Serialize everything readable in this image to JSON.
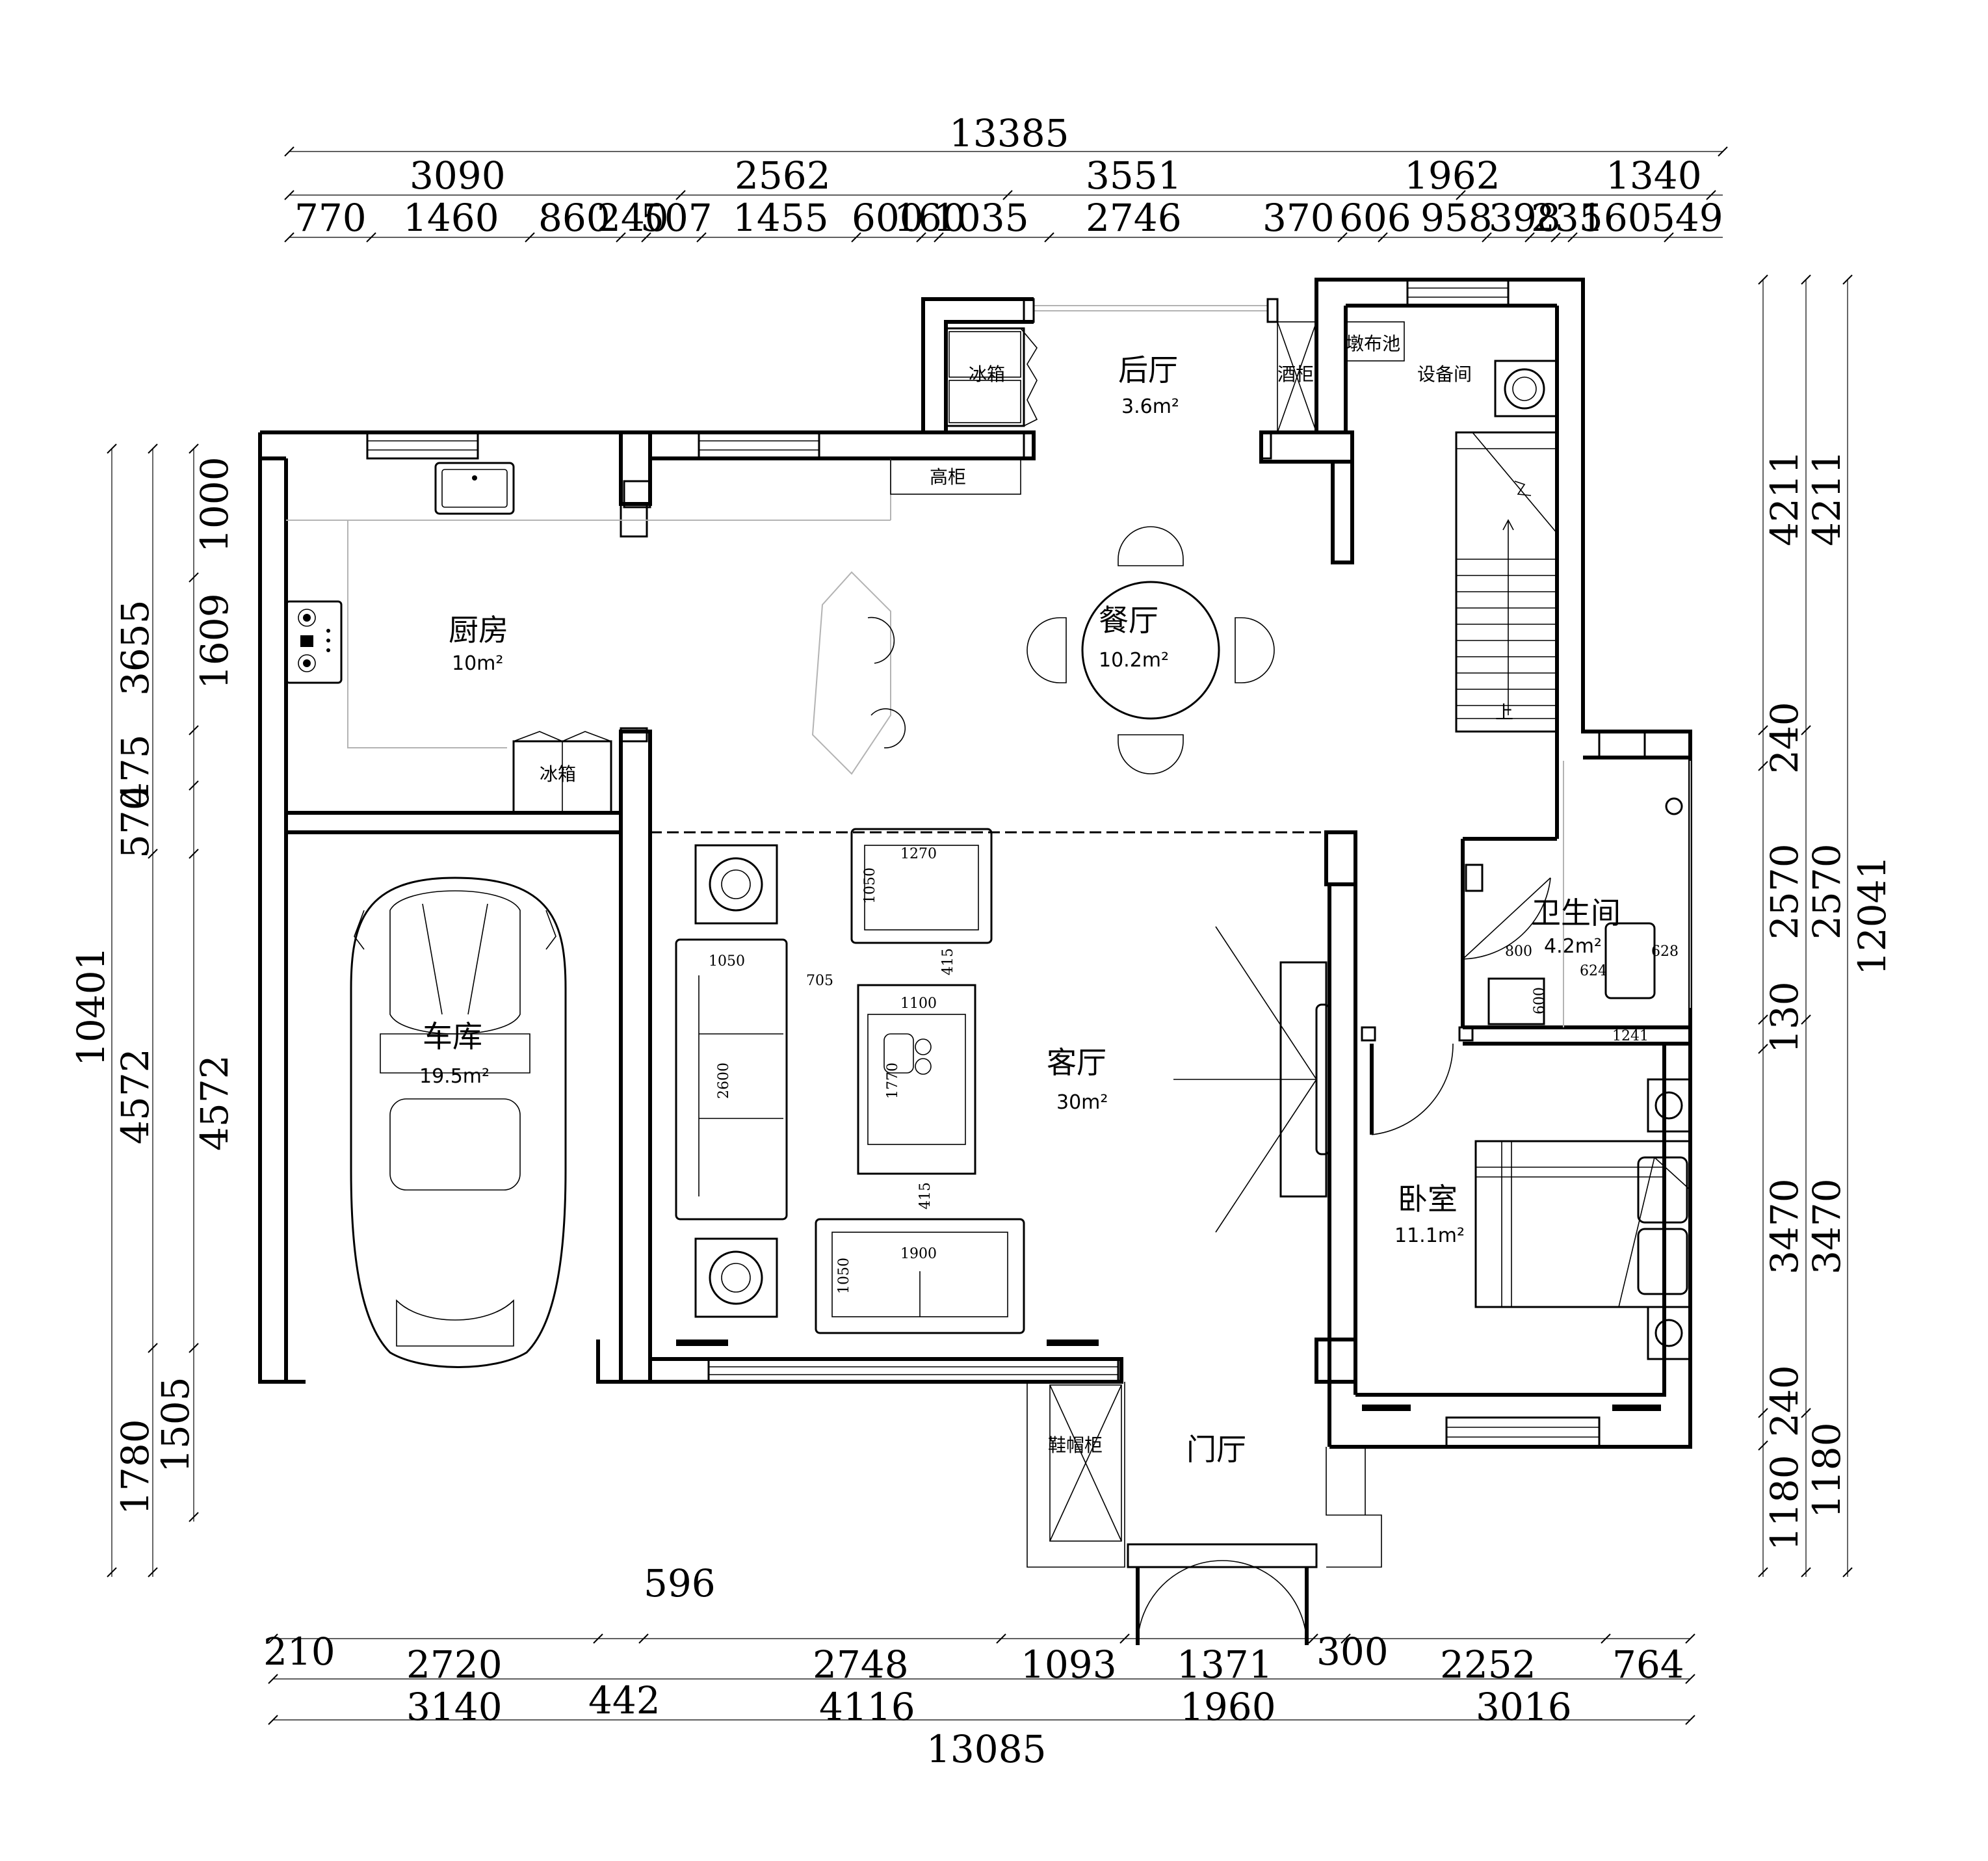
{
  "rooms": {
    "back_hall": {
      "name": "后厅",
      "area": "3.6m²"
    },
    "kitchen": {
      "name": "厨房",
      "area": "10m²"
    },
    "dining": {
      "name": "餐厅",
      "area": "10.2m²"
    },
    "garage": {
      "name": "车库",
      "area": "19.5m²"
    },
    "living": {
      "name": "客厅",
      "area": "30m²"
    },
    "bathroom": {
      "name": "卫生间",
      "area": "4.2m²"
    },
    "bedroom": {
      "name": "卧室",
      "area": "11.1m²"
    },
    "entry": {
      "name": "门厅"
    }
  },
  "fixtures": {
    "fridge_top": "冰箱",
    "fridge_kitchen": "冰箱",
    "tall_cabinet": "高柜",
    "wine_cabinet": "酒柜",
    "mop_sink": "墩布池",
    "equipment_room": "设备间",
    "shoe_cabinet": "鞋帽柜",
    "stair_up": "上"
  },
  "furniture_dims": {
    "armchair_top_w": "1270",
    "armchair_top_d": "1050",
    "sofa_left_d": "1050",
    "sofa_left_len": "2600",
    "sofa_gap": "705",
    "gap_top": "415",
    "table_w": "1100",
    "table_len": "1770",
    "gap_bottom": "415",
    "sofa_bottom_w": "1900",
    "sofa_bottom_d": "1050",
    "door_bath": "800",
    "toilet_w": "624",
    "toilet_d": "628",
    "basin": "600",
    "bath_width": "1241"
  },
  "dimensions": {
    "top_total": "13385",
    "top_mid": [
      "3090",
      "2562",
      "3551",
      "1962",
      "1340"
    ],
    "top_detail": [
      "770",
      "1460",
      "860",
      "240",
      "507",
      "1455",
      "600",
      "160",
      "1035",
      "2746",
      "370",
      "606",
      "958",
      "398",
      "235",
      "160",
      "549"
    ],
    "left_outer": [
      "10401",
      "4572",
      "1780"
    ],
    "left_inner": [
      "3655",
      "475",
      "570",
      "4572",
      "1505"
    ],
    "left_innermost": [
      "1000",
      "1609"
    ],
    "right_inner": [
      "4211",
      "240",
      "2570",
      "130",
      "3470",
      "240",
      "1180"
    ],
    "right_outer": [
      "4211",
      "2570",
      "3470",
      "1180"
    ],
    "right_total": "12041",
    "bottom_detail": [
      "210",
      "2720",
      "2748",
      "1093",
      "1371",
      "300",
      "2252",
      "764"
    ],
    "bottom_mid": [
      "3140",
      "442",
      "4116",
      "1960",
      "3016"
    ],
    "bottom_total": "13085",
    "bottom_extra": "596"
  }
}
